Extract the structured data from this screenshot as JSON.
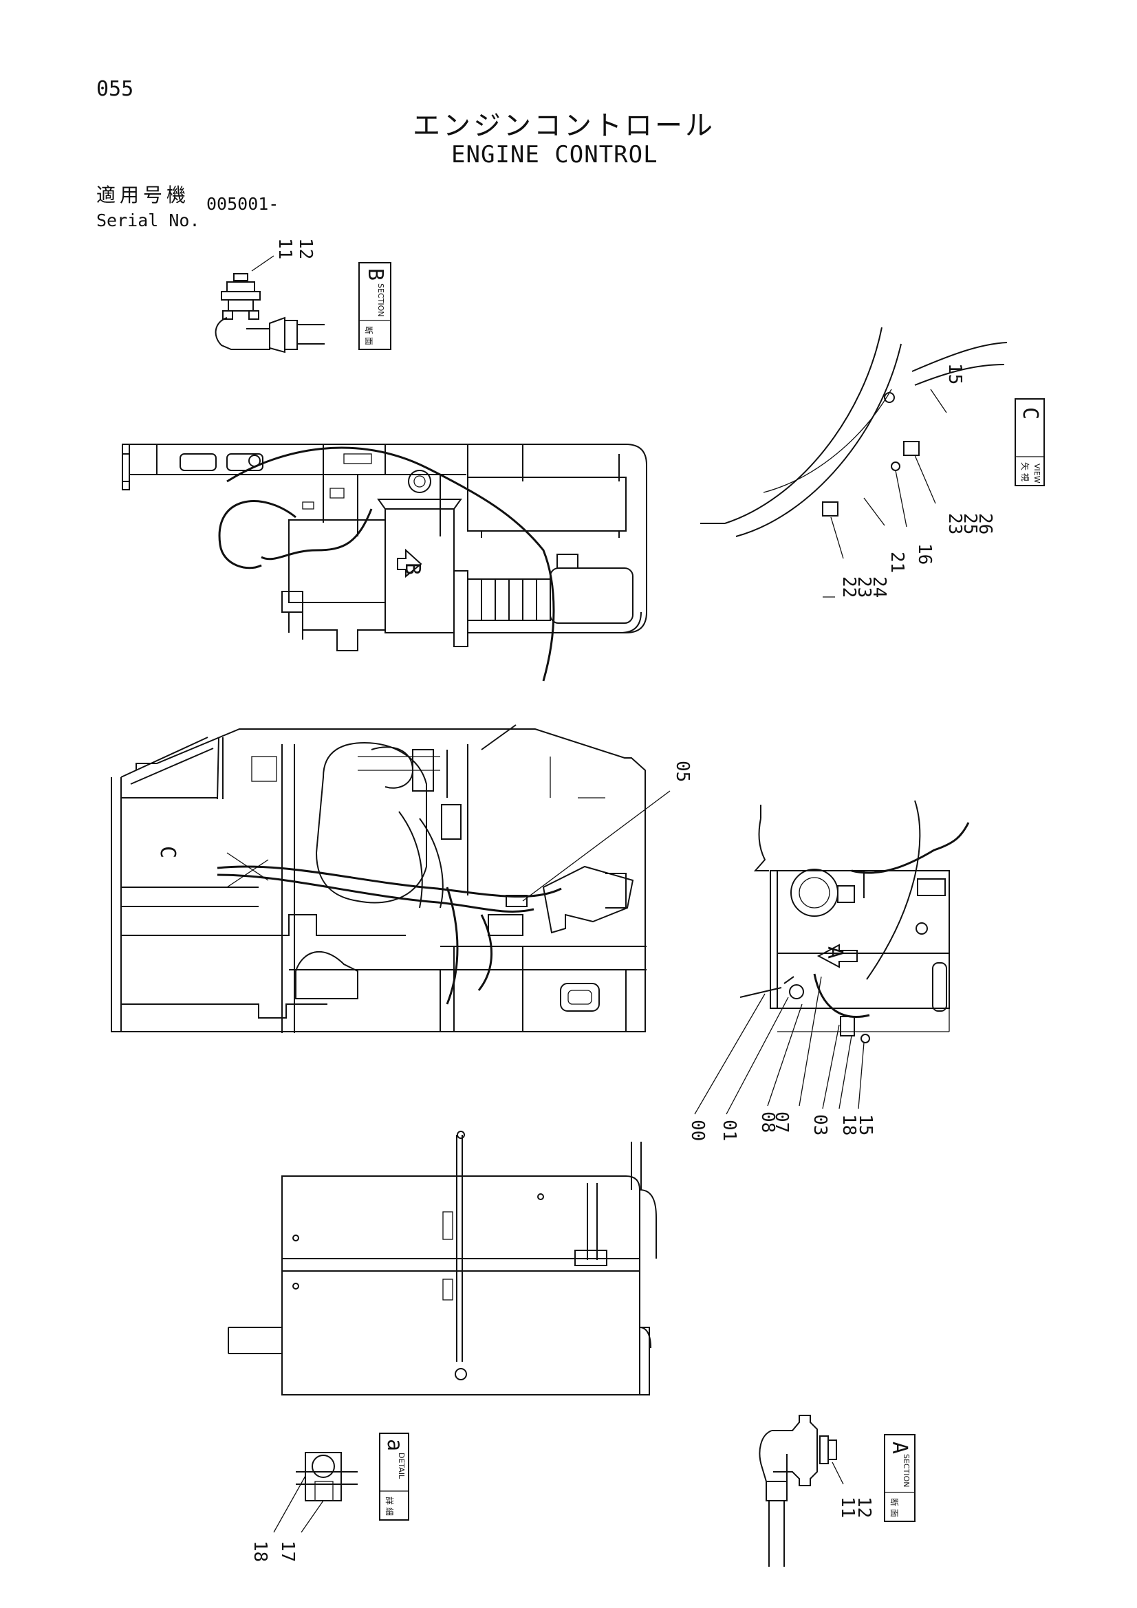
{
  "page_number": "055",
  "title_jp": "エンジンコントロール",
  "title_en": "ENGINE CONTROL",
  "serial": {
    "label_jp": "適用号機",
    "label_en": "Serial No.",
    "value": "005001-"
  },
  "tags": {
    "section_b": {
      "jp": "断 面",
      "en": "SECTION",
      "letter": "B"
    },
    "view_c": {
      "jp": "矢 視",
      "en": "VIEW",
      "letter": "C"
    },
    "section_a": {
      "jp": "断 面",
      "en": "SECTION",
      "letter": "A"
    },
    "detail_a": {
      "jp": "詳 細",
      "en": "DETAIL",
      "letter": "a"
    }
  },
  "callouts": {
    "sb_11": "11",
    "sb_12": "12",
    "vc_15": "15",
    "vc_23a": "23",
    "vc_25": "25",
    "vc_26": "26",
    "vc_16": "16",
    "vc_21": "21",
    "vc_22": "22",
    "vc_23b": "23",
    "vc_24": "24",
    "p_05": "05",
    "r_00": "00",
    "r_01": "01",
    "r_08": "08",
    "r_07": "07",
    "r_03": "03",
    "r_18": "18",
    "r_15": "15",
    "sa_11": "11",
    "sa_12": "12",
    "d_18": "18",
    "d_17": "17"
  },
  "arrow_labels": {
    "b": "B",
    "c": "C",
    "a": "A"
  }
}
